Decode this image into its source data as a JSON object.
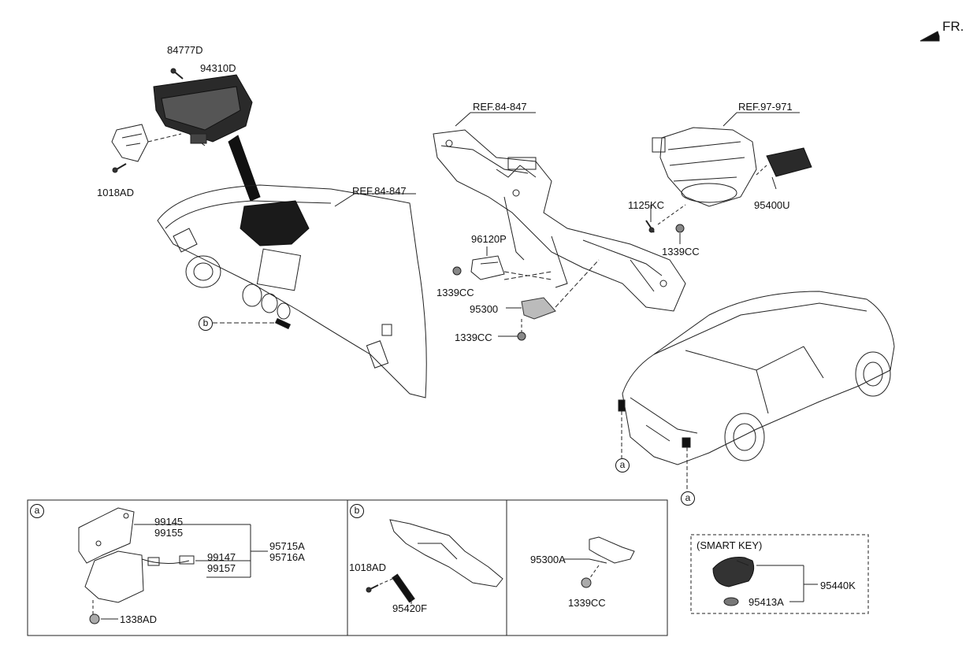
{
  "direction_label": "FR.",
  "refs": {
    "dash_ref": "REF.84-847",
    "frame_ref": "REF.84-847",
    "hvac_ref": "REF.97-971"
  },
  "parts": {
    "p84777D": "84777D",
    "p94310D": "94310D",
    "p1018AD_top": "1018AD",
    "p96120P": "96120P",
    "p1339CC_left": "1339CC",
    "p95300": "95300",
    "p1339CC_mid": "1339CC",
    "p1125KC": "1125KC",
    "p1339CC_right": "1339CC",
    "p95400U": "95400U"
  },
  "callouts": {
    "a": "a",
    "b": "b"
  },
  "detail_a": {
    "tag": "a",
    "p99145": "99145",
    "p99155": "99155",
    "p99147": "99147",
    "p99157": "99157",
    "p95715A": "95715A",
    "p95716A": "95716A",
    "p1338AD": "1338AD"
  },
  "detail_b": {
    "tag": "b",
    "p1018AD": "1018AD",
    "p95420F": "95420F"
  },
  "detail_c": {
    "p95300A": "95300A",
    "p1339CC": "1339CC"
  },
  "smart_key": {
    "title": "(SMART KEY)",
    "p95440K": "95440K",
    "p95413A": "95413A"
  }
}
